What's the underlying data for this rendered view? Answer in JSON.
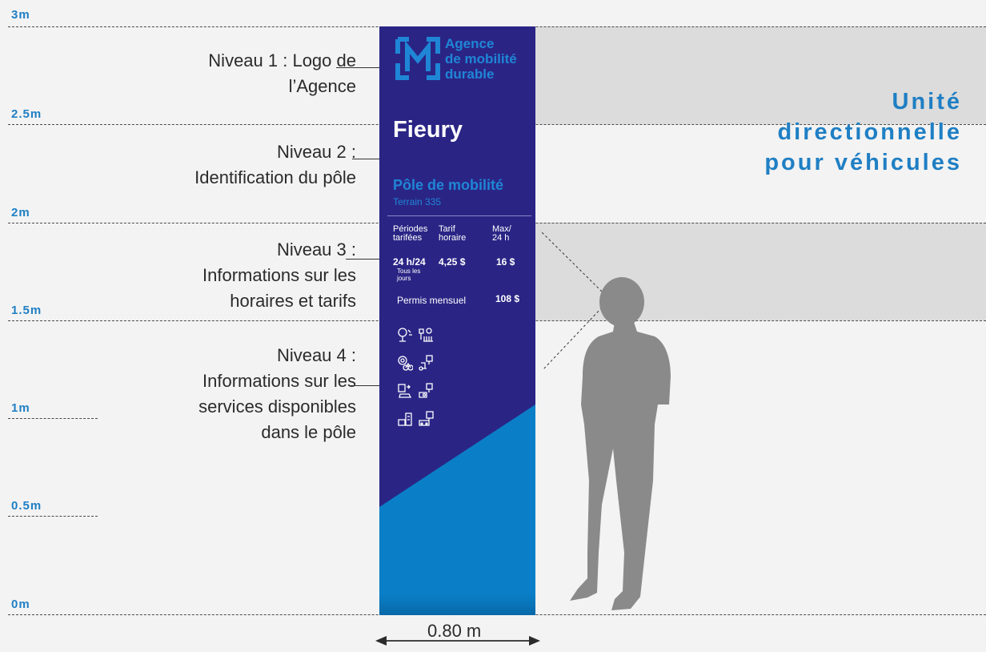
{
  "scale_ticks": [
    "3m",
    "2.5m",
    "2m",
    "1.5m",
    "1m",
    "0.5m",
    "0m"
  ],
  "title": [
    "Unité",
    "directionnelle",
    "pour véhicules"
  ],
  "levels": {
    "l1": [
      "Niveau 1 : Logo de",
      "l’Agence"
    ],
    "l2": [
      "Niveau 2 :",
      "Identification du pôle"
    ],
    "l3": [
      "Niveau 3 :",
      "Informations sur les",
      "horaires et tarifs"
    ],
    "l4": [
      "Niveau 4 :",
      "Informations sur les",
      "services disponibles",
      "dans le pôle"
    ]
  },
  "sign": {
    "logo": [
      "Agence",
      "de mobilité",
      "durable"
    ],
    "logo_mark": "M",
    "station": "Fieury",
    "subtitle": "Pôle de mobilité",
    "lot": "Terrain 335",
    "headers": [
      "Périodes tarifées",
      "Tarif horaire",
      "Max/ 24 h"
    ],
    "period": "24 h/24",
    "days": "Tous les jours",
    "rate": "4,25 $",
    "max": "16 $",
    "monthly_label": "Permis mensuel",
    "monthly_price": "108 $",
    "service_icons": [
      "ev-charging-icon",
      "bike-parking-icon",
      "bike-share-icon",
      "scooter-parking-icon",
      "carshare-icon",
      "transit-parking-icon",
      "bus-stop-icon",
      "car-parking-icon"
    ]
  },
  "width_label": "0.80 m",
  "colors": {
    "navy": "#2a2585",
    "blue": "#1f7fc4",
    "sign_blue": "#0a7fc7",
    "person": "#8a8a8a"
  }
}
